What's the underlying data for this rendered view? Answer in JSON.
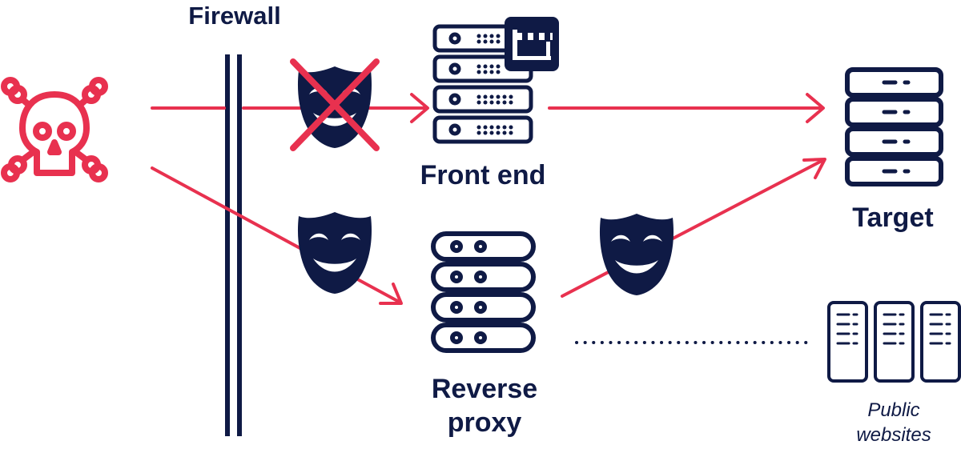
{
  "labels": {
    "firewall": "Firewall",
    "front_end": "Front end",
    "target": "Target",
    "reverse_proxy_line1": "Reverse",
    "reverse_proxy_line2": "proxy",
    "public_websites_line1": "Public",
    "public_websites_line2": "websites"
  },
  "icons": {
    "attacker": "skull-crossbones-icon",
    "blocked_disguise": "mask-icon",
    "blocked_mark": "cross-icon",
    "disguise": "mask-icon",
    "waf": "barrier-gate-icon",
    "server": "server-rack-icon"
  },
  "colors": {
    "attack": "#e8314f",
    "navy": "#0f1a45",
    "background": "#ffffff"
  }
}
